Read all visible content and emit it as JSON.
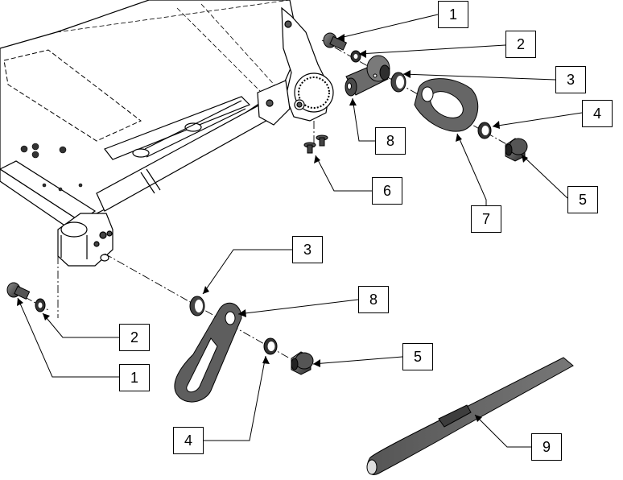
{
  "diagram": {
    "callouts": [
      {
        "id": "c-1-top",
        "label": "1"
      },
      {
        "id": "c-2-top",
        "label": "2"
      },
      {
        "id": "c-3-top",
        "label": "3"
      },
      {
        "id": "c-4-top",
        "label": "4"
      },
      {
        "id": "c-5-top",
        "label": "5"
      },
      {
        "id": "c-6",
        "label": "6"
      },
      {
        "id": "c-7",
        "label": "7"
      },
      {
        "id": "c-8-top",
        "label": "8"
      },
      {
        "id": "c-3-bottom",
        "label": "3"
      },
      {
        "id": "c-8-bottom",
        "label": "8"
      },
      {
        "id": "c-2-bottom",
        "label": "2"
      },
      {
        "id": "c-5-bottom",
        "label": "5"
      },
      {
        "id": "c-1-bottom",
        "label": "1"
      },
      {
        "id": "c-4-bottom",
        "label": "4"
      },
      {
        "id": "c-9",
        "label": "9"
      }
    ],
    "colors": {
      "line": "#000000",
      "part_dark": "#3a3a3a",
      "part_mid": "#6b6b6b",
      "part_light": "#9a9a9a",
      "frame": "#ffffff"
    }
  }
}
